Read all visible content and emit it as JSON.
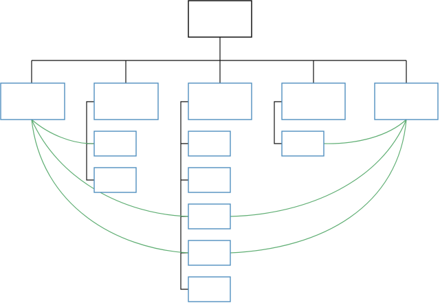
{
  "diagram": {
    "type": "org-chart",
    "root": {
      "label": ""
    },
    "branches": [
      {
        "label": "",
        "children": []
      },
      {
        "label": "",
        "children": [
          {
            "label": ""
          },
          {
            "label": ""
          }
        ]
      },
      {
        "label": "",
        "children": [
          {
            "label": ""
          },
          {
            "label": ""
          },
          {
            "label": ""
          },
          {
            "label": ""
          },
          {
            "label": ""
          }
        ]
      },
      {
        "label": "",
        "children": [
          {
            "label": ""
          }
        ]
      },
      {
        "label": "",
        "children": []
      }
    ],
    "cross_links": [
      {
        "from": "branch-1",
        "to": "branch-2-child-1"
      },
      {
        "from": "branch-1",
        "to": "branch-3-child-3"
      },
      {
        "from": "branch-1",
        "to": "branch-3-child-4"
      },
      {
        "from": "branch-5",
        "to": "branch-4-child-1"
      },
      {
        "from": "branch-5",
        "to": "branch-3-child-3"
      },
      {
        "from": "branch-5",
        "to": "branch-3-child-4"
      }
    ],
    "colors": {
      "root_border": "#111111",
      "box_border": "#4f8fbf",
      "connector": "#111111",
      "cross_link": "#5fae73"
    }
  }
}
